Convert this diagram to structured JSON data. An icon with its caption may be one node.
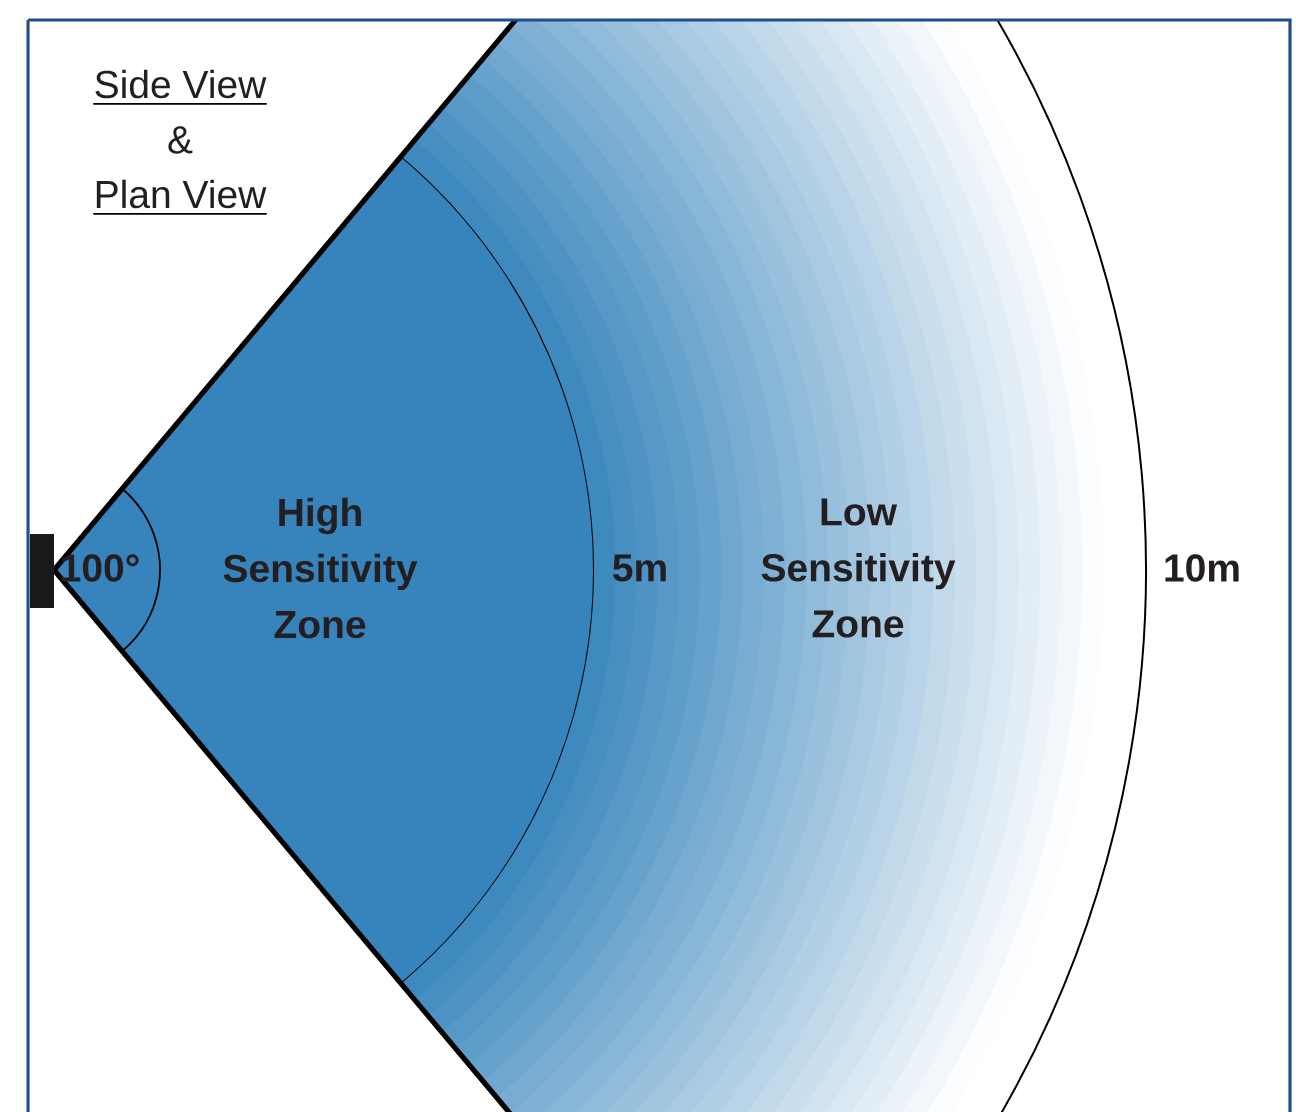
{
  "diagram": {
    "nodes": [
      {
        "text": [
          "High Sensitivity Zone"
        ]
      },
      {
        "text": [
          "Low Sensitivity Zone"
        ]
      }
    ],
    "labels": [
      "Side View",
      "&",
      "Plan View",
      "100°",
      "5m",
      "10m"
    ]
  }
}
